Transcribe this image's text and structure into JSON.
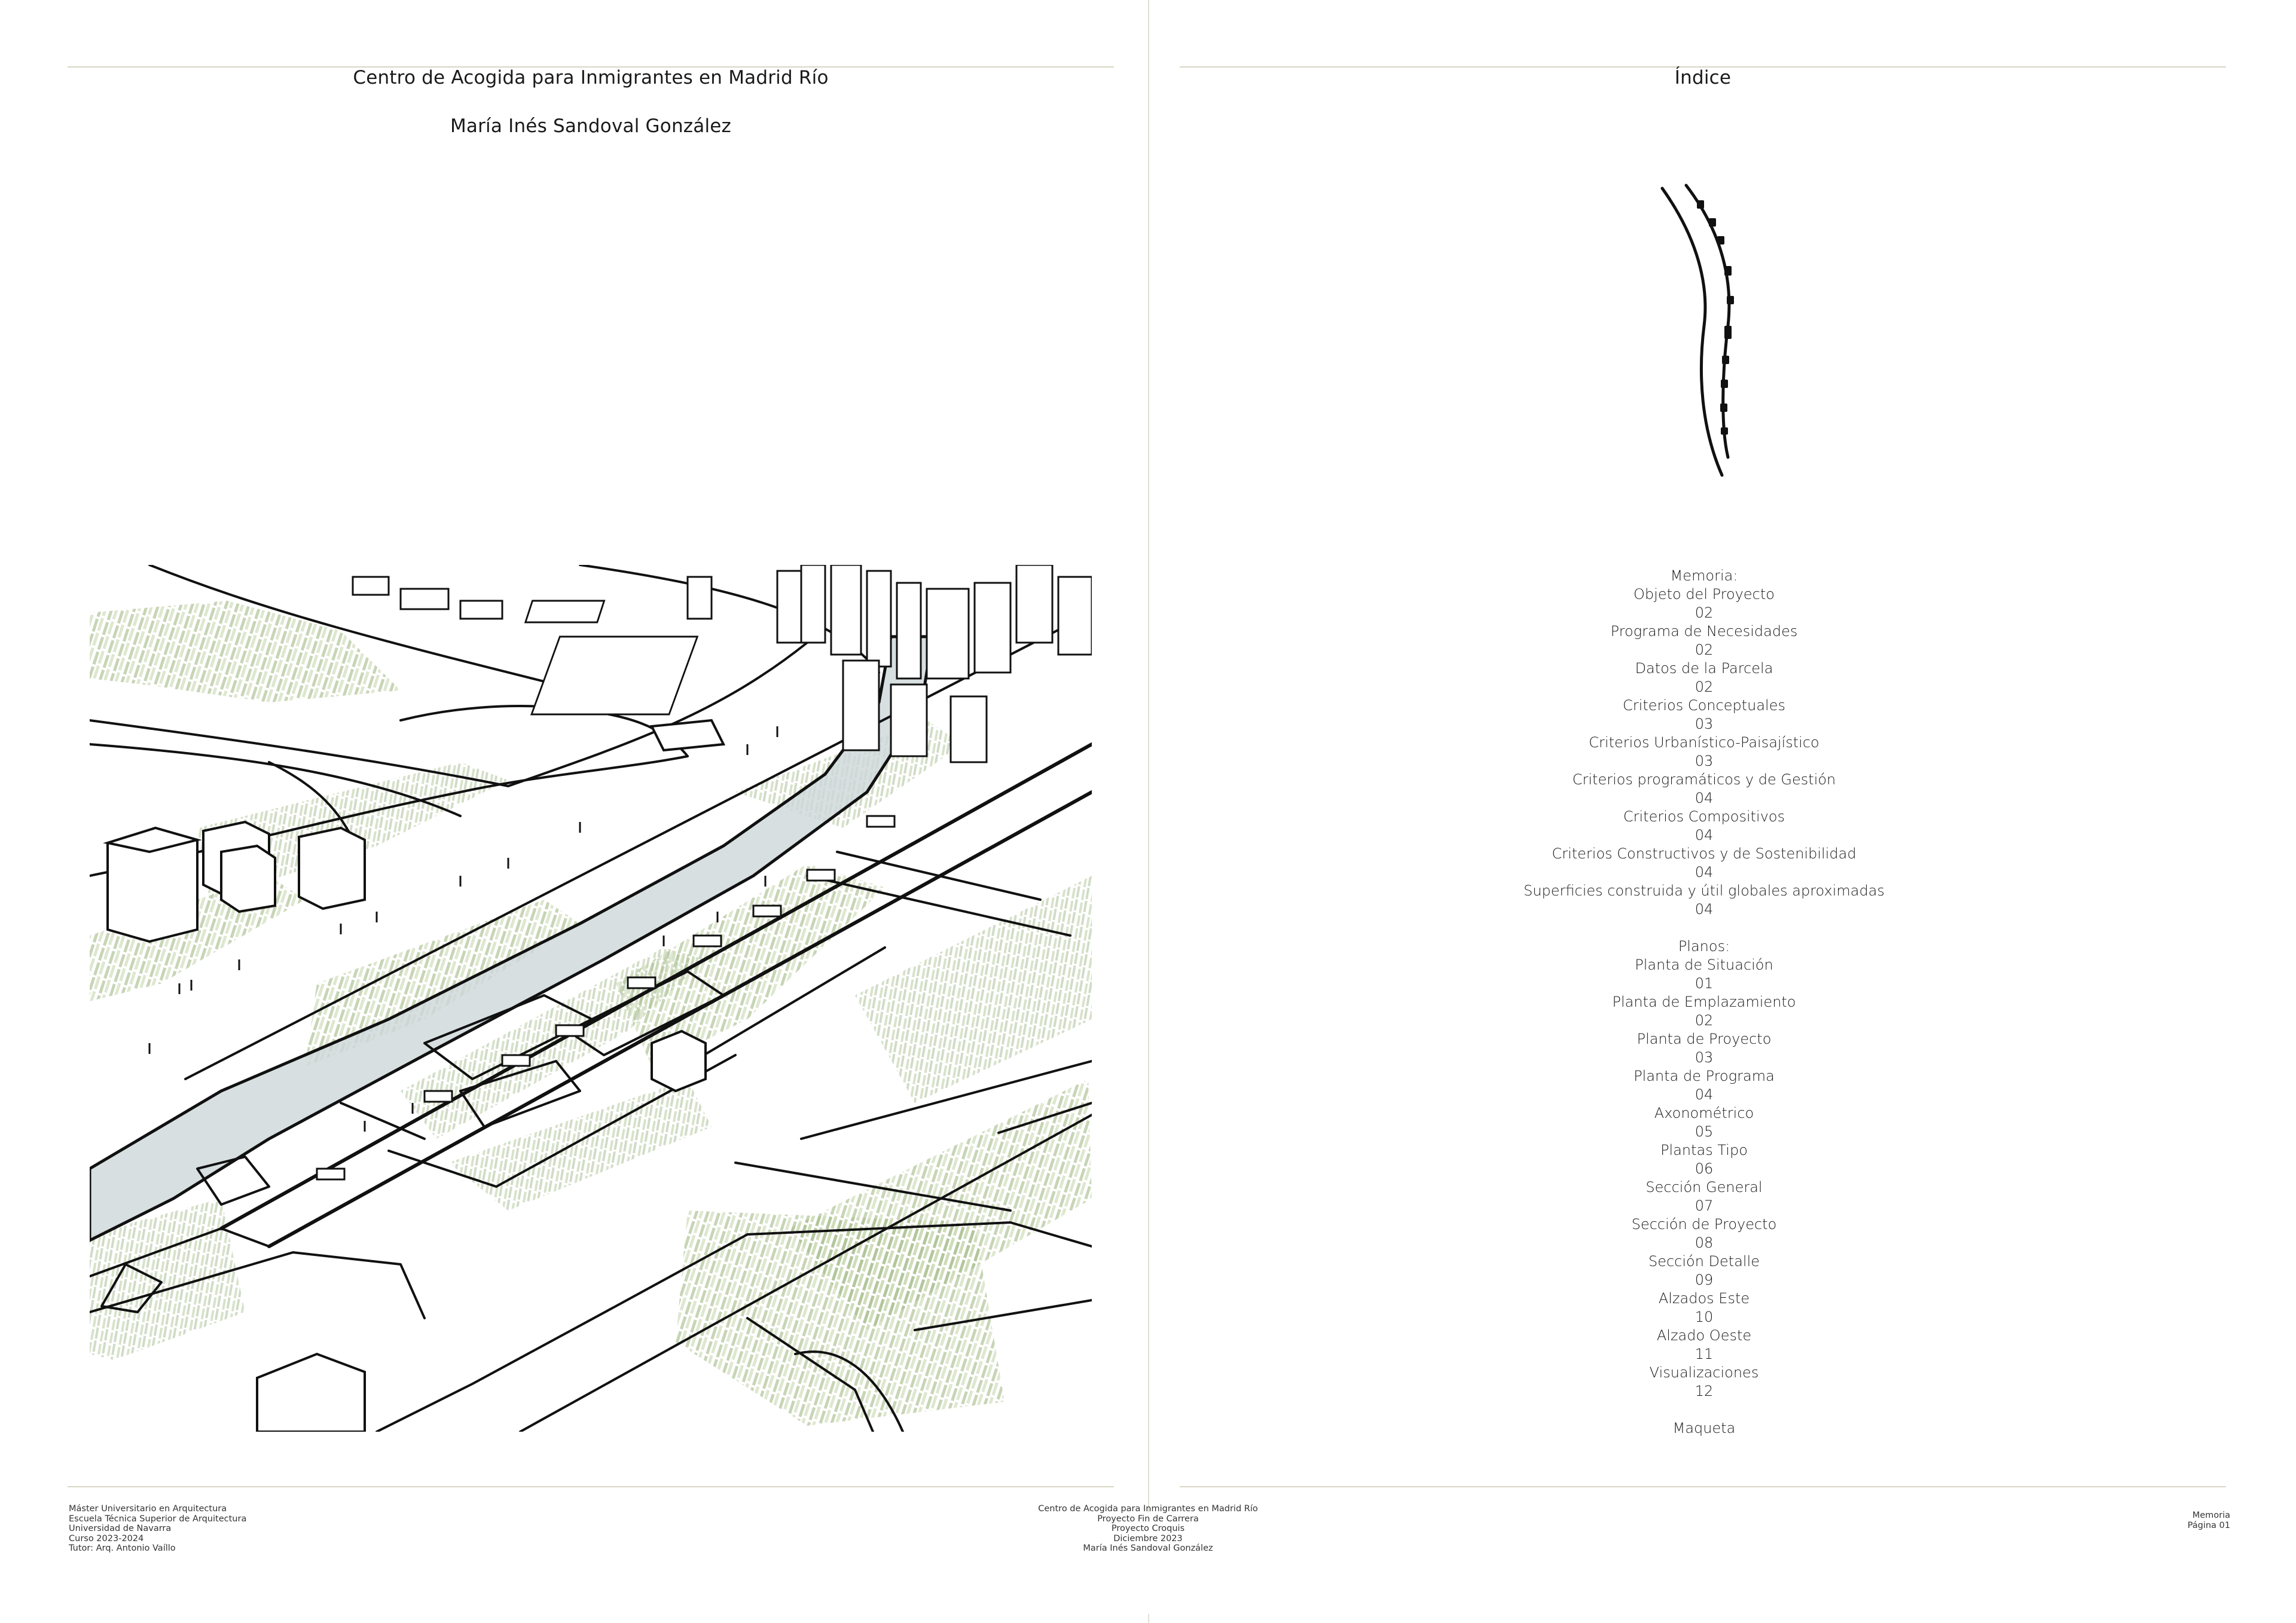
{
  "left_page": {
    "title": "Centro de Acogida para Inmigrantes en Madrid Río",
    "author": "María Inés Sandoval González"
  },
  "right_page": {
    "title": "Índice",
    "memoria": [
      "Memoria:",
      "Objeto del Proyecto",
      "02",
      "Programa de Necesidades",
      "02",
      "Datos de la Parcela",
      "02",
      "Criterios Conceptuales",
      "03",
      "Criterios Urbanístico-Paisajístico",
      "03",
      "Criterios programáticos y de Gestión",
      "04",
      "Criterios Compositivos",
      "04",
      "Criterios Constructivos y de Sostenibilidad",
      "04",
      "Superficies construida y útil globales aproximadas",
      "04"
    ],
    "planos": [
      "Planos:",
      "Planta de Situación",
      "01",
      "Planta de Emplazamiento",
      "02",
      "Planta de Proyecto",
      "03",
      "Planta de Programa",
      "04",
      "Axonométrico",
      "05",
      "Plantas Tipo",
      "06",
      "Sección General",
      "07",
      "Sección de Proyecto",
      "08",
      "Sección Detalle",
      "09",
      "Alzados Este",
      "10",
      "Alzado Oeste",
      "11",
      "Visualizaciones",
      "12"
    ],
    "maqueta": "Maqueta"
  },
  "footer": {
    "left": [
      "Máster Universitario en Arquitectura",
      "Escuela Técnica Superior de Arquitectura",
      "Universidad de Navarra",
      "Curso 2023-2024",
      "Tutor: Arq. Antonio Vaíllo"
    ],
    "center": [
      "Centro de Acogida para Inmigrantes en Madrid Río",
      "Proyecto Fin de Carrera",
      "Proyecto Croquis",
      "Diciembre 2023",
      "María Inés Sandoval González"
    ],
    "right": [
      "Memoria",
      "Página 01"
    ]
  },
  "colors": {
    "rule": "#d8d6c4",
    "river": "#cdd7d9",
    "vegetation": "#a9bf8f",
    "ink": "#111111"
  }
}
